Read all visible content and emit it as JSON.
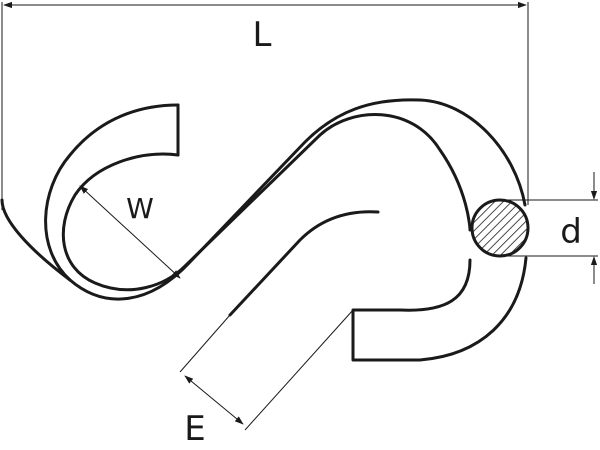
{
  "diagram": {
    "labels": {
      "length": "L",
      "width": "W",
      "diameter": "d",
      "end_gap": "E"
    },
    "colors": {
      "line": "#1a1a1a",
      "background": "#ffffff"
    }
  }
}
